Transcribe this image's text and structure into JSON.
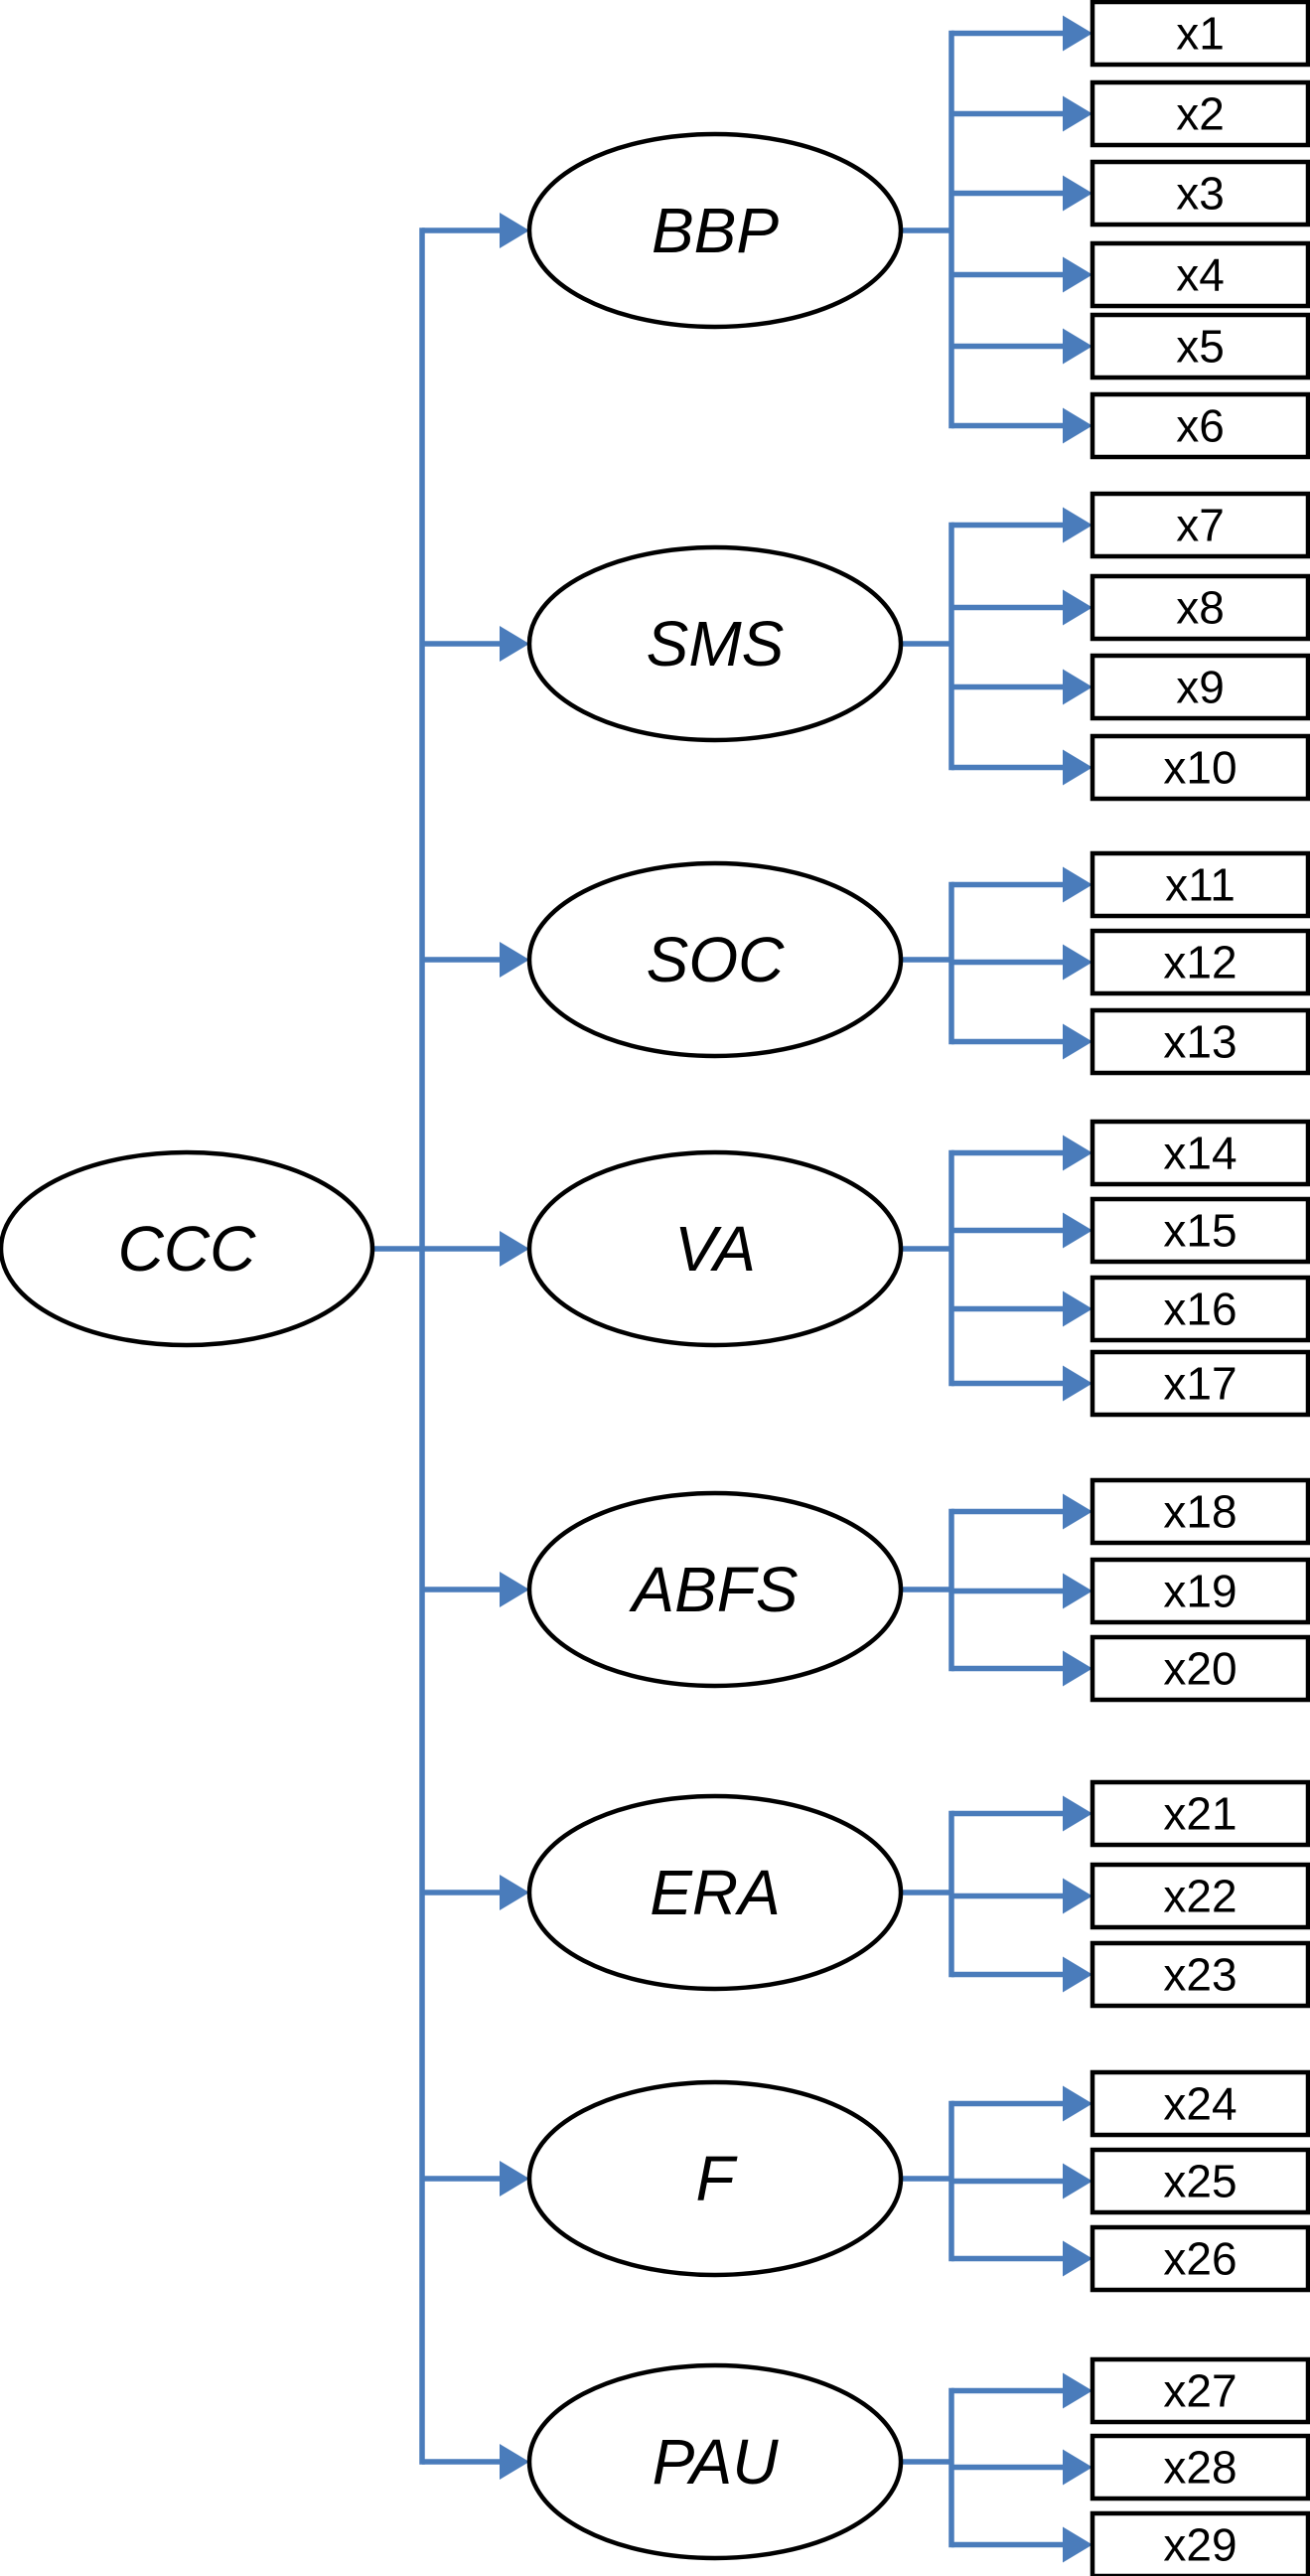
{
  "diagram": {
    "type": "sem-path-diagram",
    "root": {
      "label": "CCC"
    },
    "factors": [
      {
        "label": "BBP",
        "indicators": [
          "x1",
          "x2",
          "x3",
          "x4",
          "x5",
          "x6"
        ]
      },
      {
        "label": "SMS",
        "indicators": [
          "x7",
          "x8",
          "x9",
          "x10"
        ]
      },
      {
        "label": "SOC",
        "indicators": [
          "x11",
          "x12",
          "x13"
        ]
      },
      {
        "label": "VA",
        "indicators": [
          "x14",
          "x15",
          "x16",
          "x17"
        ]
      },
      {
        "label": "ABFS",
        "indicators": [
          "x18",
          "x19",
          "x20"
        ]
      },
      {
        "label": "ERA",
        "indicators": [
          "x21",
          "x22",
          "x23"
        ]
      },
      {
        "label": "F",
        "indicators": [
          "x24",
          "x25",
          "x26"
        ]
      },
      {
        "label": "PAU",
        "indicators": [
          "x27",
          "x28",
          "x29"
        ]
      }
    ],
    "colors": {
      "connector_blue": "#4A7CBB",
      "shape_stroke": "#000000",
      "shape_fill": "#FFFFFF",
      "label_text": "#000000",
      "background": "#FFFFFF"
    }
  }
}
